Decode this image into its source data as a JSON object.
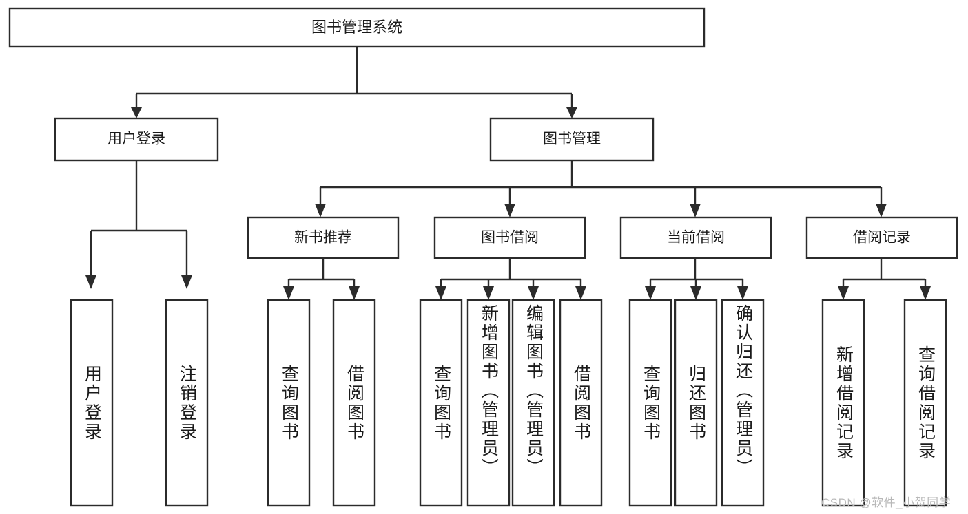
{
  "diagram": {
    "type": "tree-hierarchy",
    "title": "图书管理系统",
    "watermark": "CSDN @软件_小贺同学",
    "colors": {
      "stroke": "#2b2b2b",
      "fill": "#ffffff",
      "text": "#1a1a1a",
      "watermark": "#b8b8b8",
      "background": "#ffffff"
    },
    "levels": {
      "root": {
        "label": "图书管理系统"
      },
      "level2": [
        {
          "label": "用户登录"
        },
        {
          "label": "图书管理"
        }
      ],
      "level3": [
        {
          "label": "新书推荐"
        },
        {
          "label": "图书借阅"
        },
        {
          "label": "当前借阅"
        },
        {
          "label": "借阅记录"
        }
      ]
    },
    "leaves": {
      "user_login": [
        {
          "label": "用户登录"
        },
        {
          "label": "注销登录"
        }
      ],
      "new_book_recommend": [
        {
          "label": "查询图书"
        },
        {
          "label": "借阅图书"
        }
      ],
      "book_borrow": [
        {
          "label": "查询图书"
        },
        {
          "label": "新增图书（管理员）"
        },
        {
          "label": "编辑图书（管理员）"
        },
        {
          "label": "借阅图书"
        }
      ],
      "current_borrow": [
        {
          "label": "查询图书"
        },
        {
          "label": "归还图书"
        },
        {
          "label": "确认归还（管理员）"
        }
      ],
      "borrow_record": [
        {
          "label": "新增借阅记录"
        },
        {
          "label": "查询借阅记录"
        }
      ]
    }
  }
}
